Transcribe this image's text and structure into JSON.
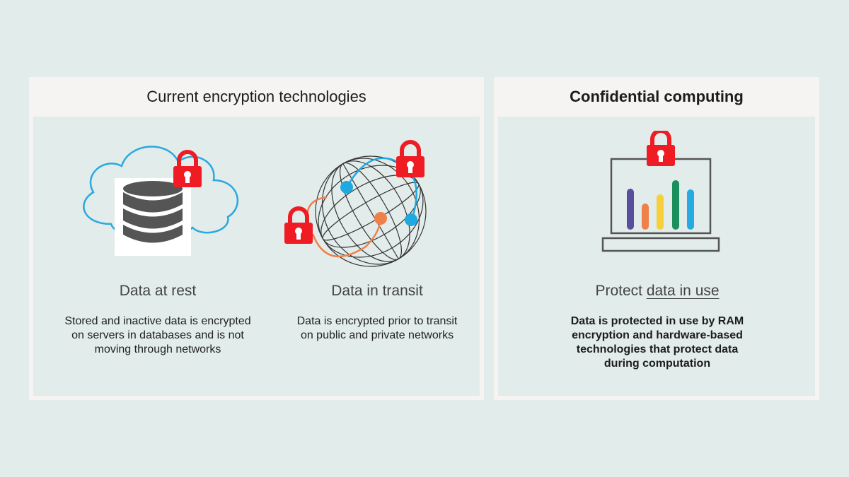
{
  "left_panel": {
    "title": "Current encryption technologies",
    "items": [
      {
        "caption": "Data at rest",
        "description": "Stored and inactive data is encrypted on servers in databases and is not moving through networks"
      },
      {
        "caption": "Data in transit",
        "description": "Data is encrypted prior to transit on public and private networks"
      }
    ]
  },
  "right_panel": {
    "title": "Confidential computing",
    "caption_prefix": "Protect",
    "caption_link": "data in use",
    "description": "Data is protected in use by RAM encryption and hardware-based technologies that protect data during computation"
  },
  "colors": {
    "background": "#e2ecea",
    "panel": "#f5f4f2",
    "lock": "#ef1c24",
    "cloud": "#2aa8e0",
    "database": "#555555",
    "globe_blue": "#1fa9e1",
    "globe_orange": "#f0804a",
    "bars": [
      "#5a4f9c",
      "#f0804a",
      "#f7cf3a",
      "#1b8f5b",
      "#27a9e1"
    ]
  },
  "icons": [
    "cloud-icon",
    "database-icon",
    "lock-icon",
    "globe-icon",
    "laptop-icon",
    "bar-chart-icon"
  ]
}
